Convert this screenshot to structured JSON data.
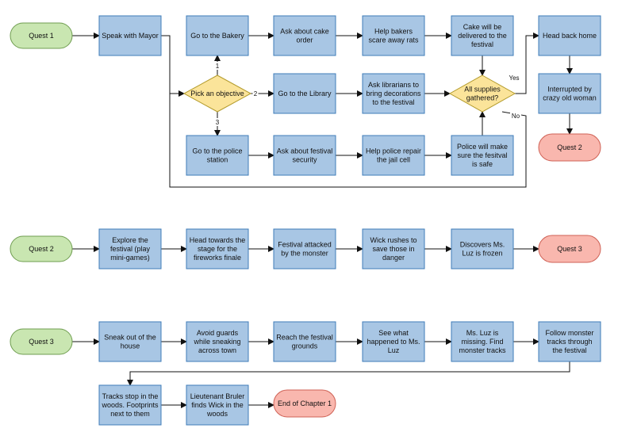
{
  "colors": {
    "process_fill": "#a8c6e4",
    "process_stroke": "#3f7cb8",
    "decision_fill": "#fbe49a",
    "decision_stroke": "#b39b2c",
    "start_fill": "#c9e6b1",
    "start_stroke": "#6f9d50",
    "end_fill": "#f9b7ae",
    "end_stroke": "#cf6256",
    "edge": "#111111",
    "background": "#ffffff"
  },
  "nodes": {
    "q1_start": "Quest 1",
    "speak_mayor": "Speak with Mayor",
    "go_bakery": "Go to the Bakery",
    "ask_cake": "Ask about cake order",
    "help_bakers": "Help bakers scare away rats",
    "cake_delivered": "Cake will be delivered to the festival",
    "head_home": "Head back home",
    "pick_objective": "Pick an objective",
    "go_library": "Go to the Library",
    "ask_librarians": "Ask librarians to bring decorations to the festival",
    "all_supplies": "All supplies gathered?",
    "interrupted": "Interrupted by crazy old woman",
    "go_police": "Go to the police station",
    "ask_security": "Ask about festival security",
    "help_police": "Help police repair the jail cell",
    "police_safe": "Police will make sure the fesitval is safe",
    "q1_end": "Quest 2",
    "q2_start": "Quest 2",
    "explore": "Explore the festival (play mini-games)",
    "head_stage": "Head towards the stage for the fireworks finale",
    "attacked": "Festival attacked by the monster",
    "wick_rushes": "Wick rushes to save those in danger",
    "discovers_luz": "Discovers Ms. Luz is frozen",
    "q2_end": "Quest 3",
    "q3_start": "Quest 3",
    "sneak_out": "Sneak out of the house",
    "avoid_guards": "Avoid guards while sneaking across town",
    "reach_grounds": "Reach the festival grounds",
    "see_happened": "See what happened to Ms. Luz",
    "luz_missing": "Ms. Luz is missing. Find monster tracks",
    "follow_tracks": "Follow monster tracks through the festival",
    "tracks_stop": "Tracks stop in the woods. Footprints next to them",
    "lt_bruler": "Lieutenant Bruler finds Wick in the woods",
    "end_ch1": "End of Chapter 1"
  },
  "edge_labels": {
    "opt1": "1",
    "opt2": "2",
    "opt3": "3",
    "yes": "Yes",
    "no": "No"
  }
}
